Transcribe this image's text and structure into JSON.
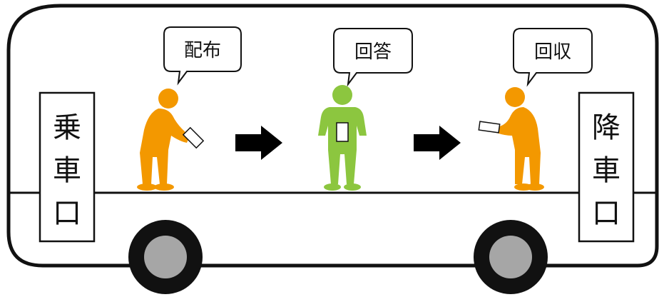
{
  "door_left": {
    "chars": [
      "乗",
      "車",
      "口"
    ]
  },
  "door_right": {
    "chars": [
      "降",
      "車",
      "口"
    ]
  },
  "steps": [
    {
      "label": "配布",
      "color": "#f39800"
    },
    {
      "label": "回答",
      "color": "#8cc63f"
    },
    {
      "label": "回収",
      "color": "#f39800"
    }
  ],
  "colors": {
    "outline": "#111111",
    "wheel_hub": "#a6a6a6",
    "arrow": "#000000"
  }
}
